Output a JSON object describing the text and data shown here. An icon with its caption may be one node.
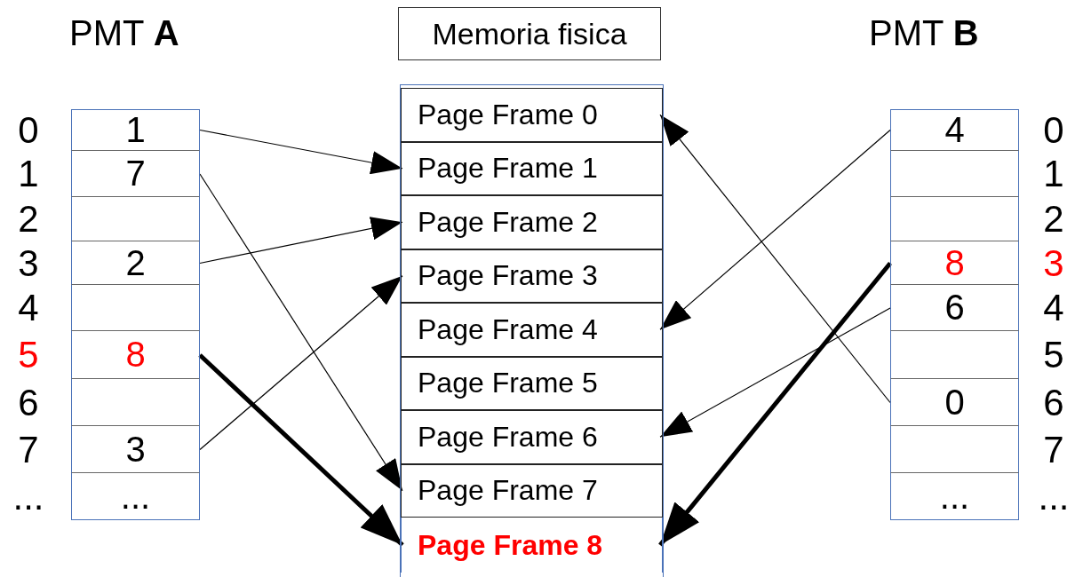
{
  "diagram": {
    "nodes": [
      {
        "text": [
          "PMT **A**"
        ]
      },
      {
        "text": [
          "1"
        ],
        "in": 0,
        "beside": [
          "0"
        ]
      },
      {
        "text": [
          "7"
        ],
        "in": 0,
        "beside": [
          "1"
        ]
      },
      {
        "text": [],
        "shape": "box",
        "in": 0,
        "beside": [
          "2"
        ]
      },
      {
        "text": [
          "2"
        ],
        "in": 0,
        "beside": [
          "3"
        ]
      },
      {
        "text": [],
        "shape": "box",
        "in": 0,
        "beside": [
          "4"
        ]
      },
      {
        "text": [
          "8"
        ],
        "in": 0,
        "beside": [
          "5"
        ]
      },
      {
        "text": [],
        "shape": "box",
        "in": 0,
        "beside": [
          "6"
        ]
      },
      {
        "text": [
          "3"
        ],
        "in": 0,
        "beside": [
          "7"
        ]
      },
      {
        "text": [
          "..."
        ],
        "in": 0,
        "beside": [
          "..."
        ]
      },
      {
        "text": [
          "Memoria fisica"
        ]
      },
      {
        "text": [
          "Page Frame 0"
        ],
        "in": 10
      },
      {
        "text": [
          "Page Frame 1"
        ],
        "in": 10
      },
      {
        "text": [
          "Page Frame 2"
        ],
        "in": 10
      },
      {
        "text": [
          "Page Frame 3"
        ],
        "in": 10
      },
      {
        "text": [
          "Page Frame 4"
        ],
        "in": 10
      },
      {
        "text": [
          "Page Frame 5"
        ],
        "in": 10
      },
      {
        "text": [
          "Page Frame 6"
        ],
        "in": 10
      },
      {
        "text": [
          "Page Frame 7"
        ],
        "in": 10
      },
      {
        "text": [
          "Page Frame 8"
        ],
        "in": 10
      },
      {
        "text": [
          "PMT **B**"
        ]
      },
      {
        "text": [
          "4"
        ],
        "in": 20,
        "beside": [
          "0"
        ]
      },
      {
        "text": [],
        "shape": "box",
        "in": 20,
        "beside": [
          "1"
        ]
      },
      {
        "text": [],
        "shape": "box",
        "in": 20,
        "beside": [
          "2"
        ]
      },
      {
        "text": [
          "8"
        ],
        "in": 20,
        "beside": [
          "3"
        ]
      },
      {
        "text": [
          "6"
        ],
        "in": 20,
        "beside": [
          "4"
        ]
      },
      {
        "text": [],
        "shape": "box",
        "in": 20,
        "beside": [
          "5"
        ]
      },
      {
        "text": [
          "0"
        ],
        "in": 20,
        "beside": [
          "6"
        ]
      },
      {
        "text": [],
        "shape": "box",
        "in": 20,
        "beside": [
          "7"
        ]
      },
      {
        "text": [
          "..."
        ],
        "in": 20,
        "beside": [
          "..."
        ]
      }
    ],
    "edges": [
      {
        "from": 1,
        "to": 12,
        "arrow": "to"
      },
      {
        "from": 2,
        "to": 18,
        "arrow": "to"
      },
      {
        "from": 4,
        "to": 13,
        "arrow": "to"
      },
      {
        "from": 6,
        "to": 19,
        "arrow": "to",
        "style": "thick"
      },
      {
        "from": 8,
        "to": 14,
        "arrow": "to"
      },
      {
        "from": 21,
        "to": 15,
        "arrow": "to"
      },
      {
        "from": 24,
        "to": 19,
        "arrow": "to",
        "style": "thick"
      },
      {
        "from": 25,
        "to": 17,
        "arrow": "to"
      },
      {
        "from": 27,
        "to": 11,
        "arrow": "to"
      }
    ]
  }
}
